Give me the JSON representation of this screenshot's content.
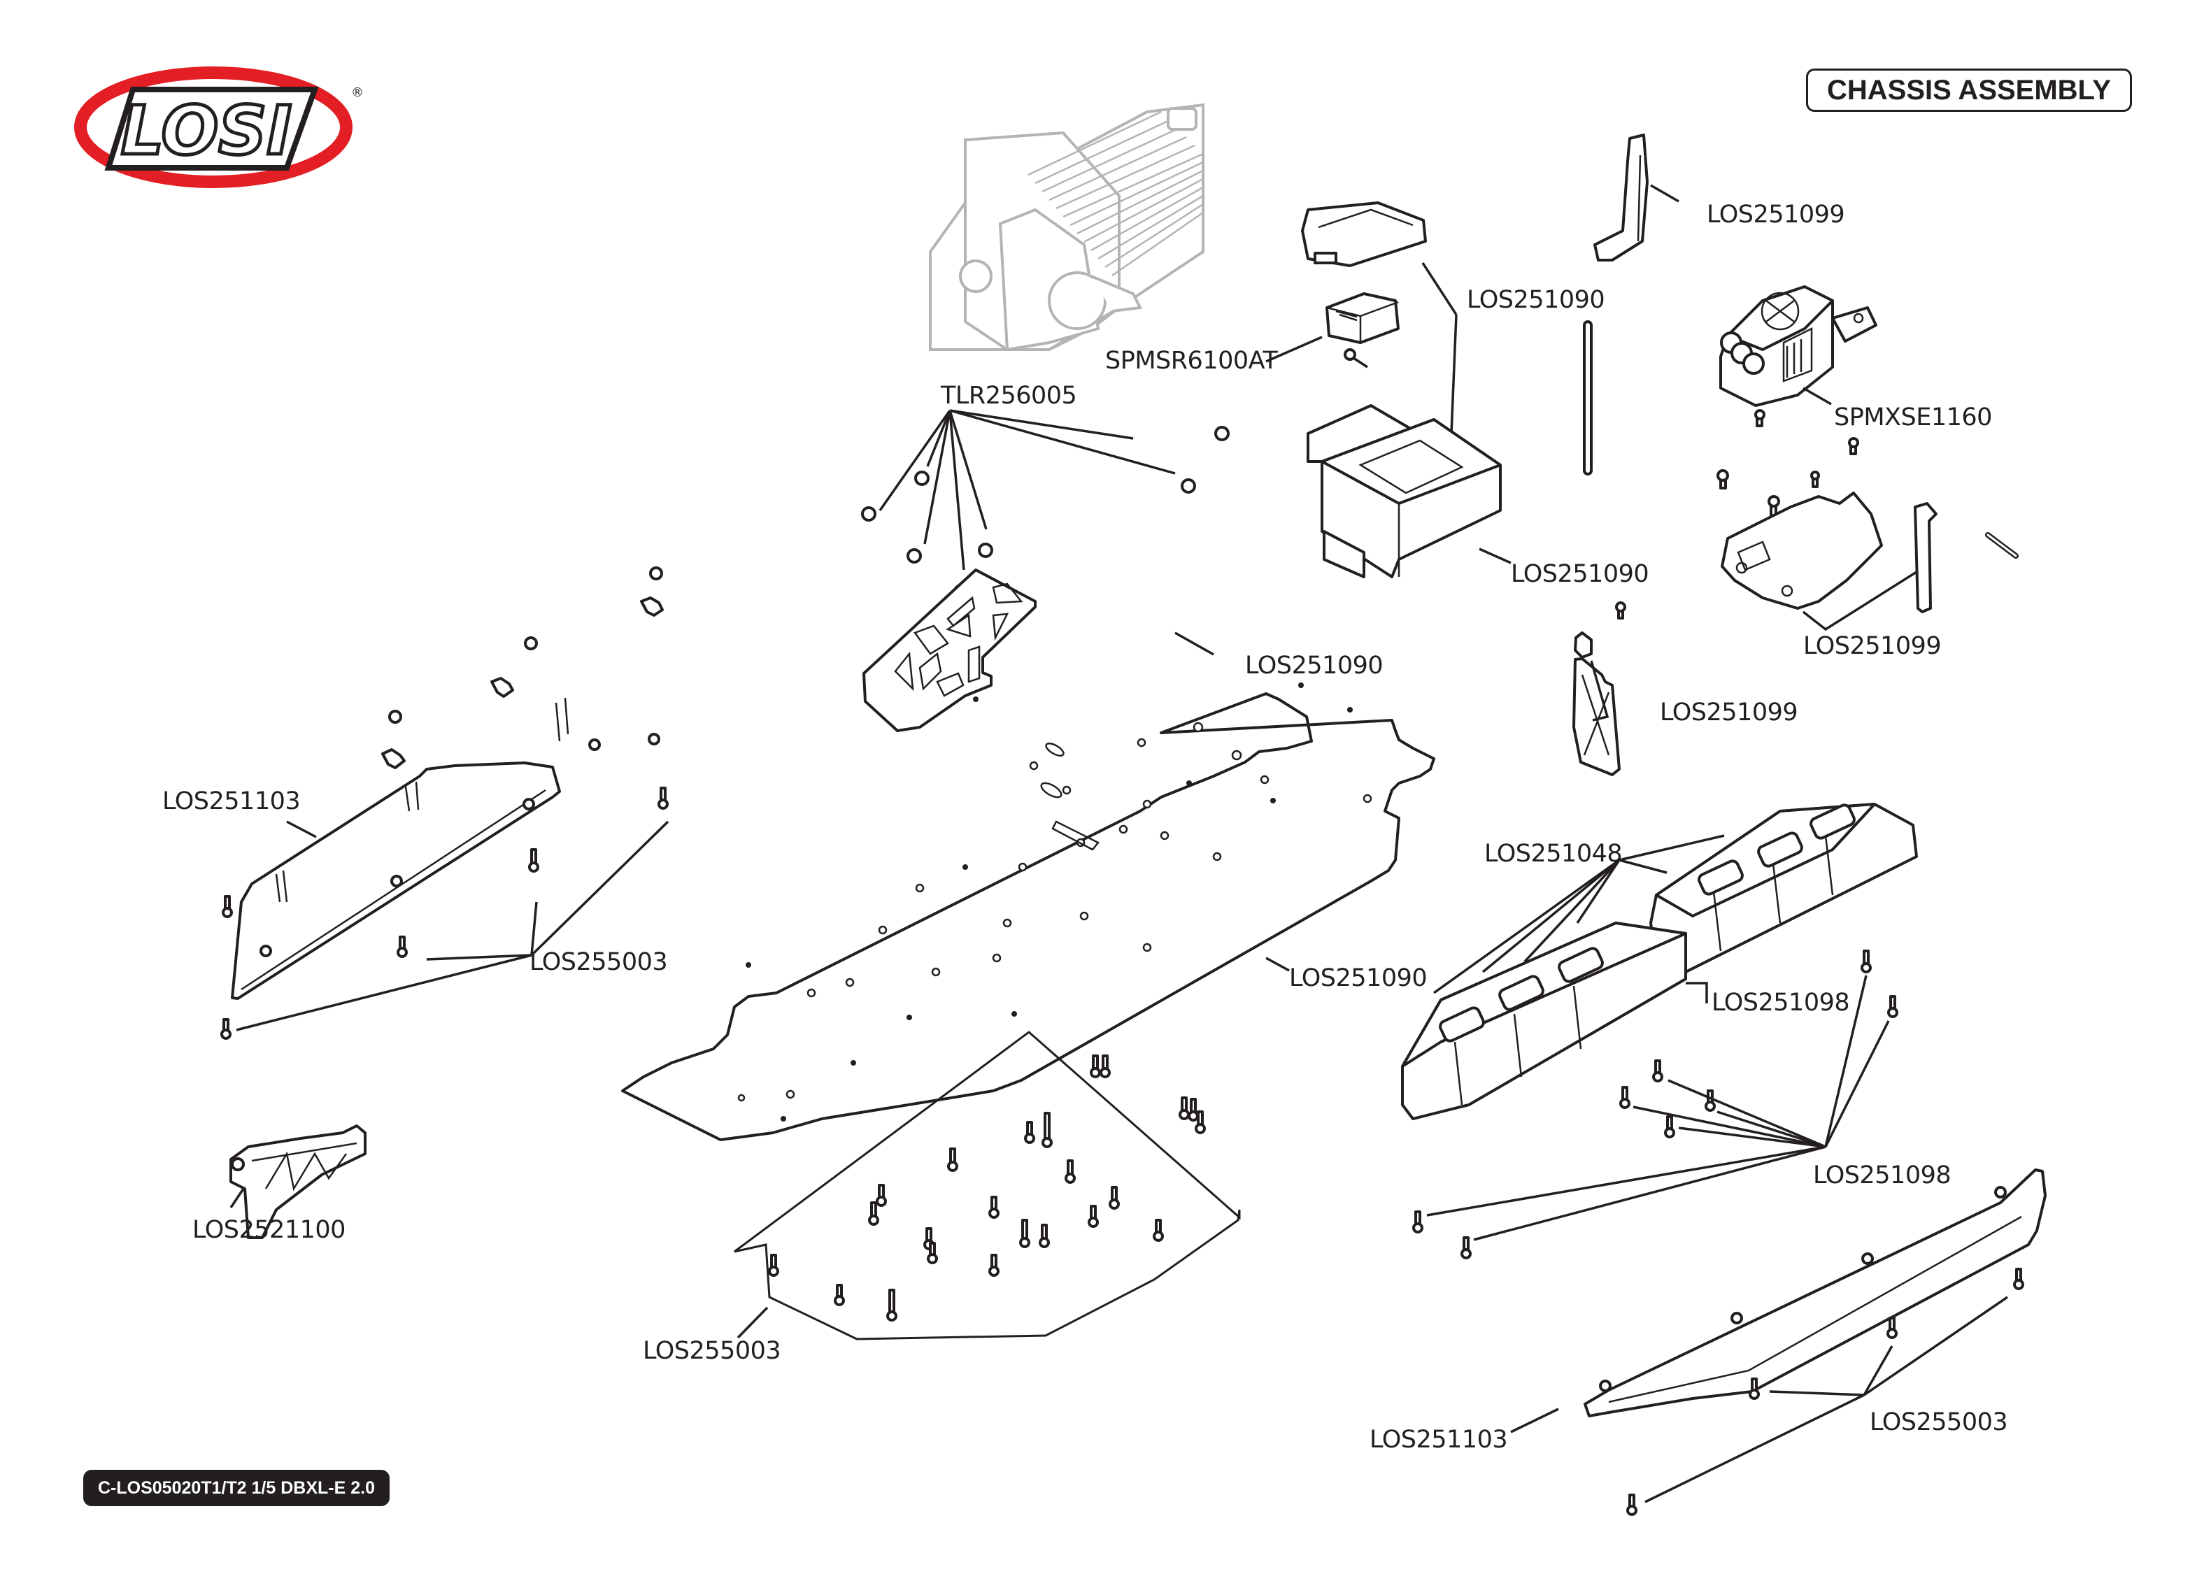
{
  "header": {
    "brand": "LOSI",
    "registered_mark": "®",
    "brand_color_red": "#e31e24",
    "section_title": "CHASSIS ASSEMBLY"
  },
  "footer": {
    "model_code": "C-LOS05020T1/T2 1/5 DBXL-E 2.0"
  },
  "callouts": {
    "tlr256005": "TLR256005",
    "spmsr6100at": "SPMSR6100AT",
    "los251090_receiver_lid": "LOS251090",
    "los251090_receiver_box": "LOS251090",
    "los251090_top_plate": "LOS251090",
    "los251090_chassis": "LOS251090",
    "los251099_top": "LOS251099",
    "spmxse1160": "SPMXSE1160",
    "los251099_esc_mount": "LOS251099",
    "los251099_brace": "LOS251099",
    "los251048": "LOS251048",
    "los251098_battery": "LOS251098",
    "los251098_screws": "LOS251098",
    "los251103_left": "LOS251103",
    "los255003_left": "LOS255003",
    "los2521100": "LOS2521100",
    "los255003_bottom": "LOS255003",
    "los251103_right": "LOS251103",
    "los255003_right": "LOS255003"
  }
}
